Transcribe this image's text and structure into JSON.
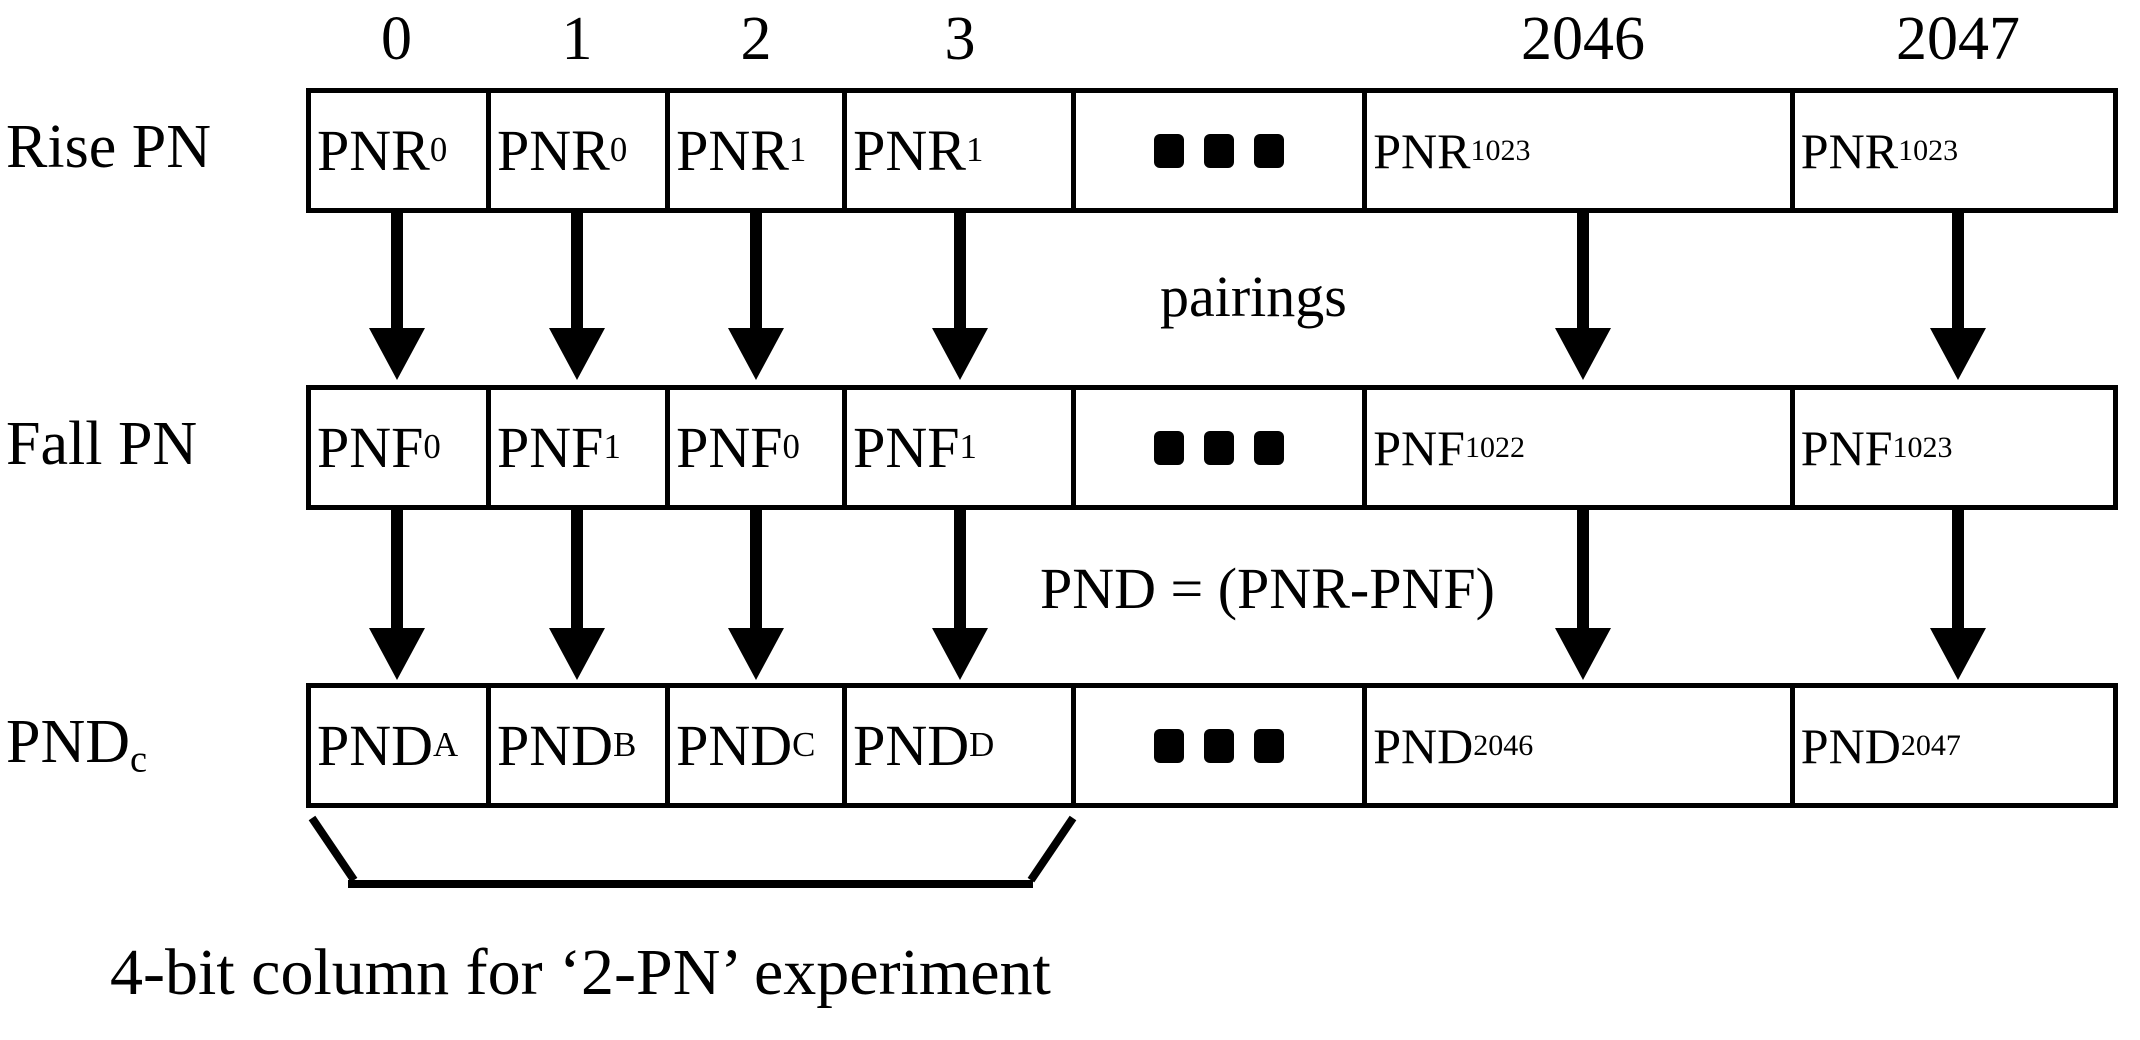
{
  "figure": {
    "title": "PN rise/fall pairing and difference table",
    "colors": {
      "ink": "#000000",
      "paper": "#ffffff"
    }
  },
  "column_headers": [
    "0",
    "1",
    "2",
    "3",
    "",
    "2046",
    "2047"
  ],
  "rows": [
    {
      "label": "Rise PN",
      "label_sub": "",
      "name": "rise-pn",
      "cells": [
        {
          "base": "PNR",
          "sub": "0"
        },
        {
          "base": "PNR",
          "sub": "0"
        },
        {
          "base": "PNR",
          "sub": "1"
        },
        {
          "base": "PNR",
          "sub": "1"
        },
        {
          "base": "",
          "sub": "",
          "dots": true
        },
        {
          "base": "PNR",
          "sub": "1023"
        },
        {
          "base": "PNR",
          "sub": "1023"
        }
      ]
    },
    {
      "label": "Fall PN",
      "label_sub": "",
      "name": "fall-pn",
      "cells": [
        {
          "base": "PNF",
          "sub": "0"
        },
        {
          "base": "PNF",
          "sub": "1"
        },
        {
          "base": "PNF",
          "sub": "0"
        },
        {
          "base": "PNF",
          "sub": "1"
        },
        {
          "base": "",
          "sub": "",
          "dots": true
        },
        {
          "base": "PNF",
          "sub": "1022"
        },
        {
          "base": "PNF",
          "sub": "1023"
        }
      ]
    },
    {
      "label": "PND",
      "label_sub": "c",
      "name": "pnd-c",
      "cells": [
        {
          "base": "PND",
          "sub": "A"
        },
        {
          "base": "PND",
          "sub": "B"
        },
        {
          "base": "PND",
          "sub": "C"
        },
        {
          "base": "PND",
          "sub": "D"
        },
        {
          "base": "",
          "sub": "",
          "dots": true
        },
        {
          "base": "PND",
          "sub": "2046"
        },
        {
          "base": "PND",
          "sub": "2047"
        }
      ]
    }
  ],
  "annotations": {
    "pairings": "pairings",
    "pnd_formula": "PND = (PNR-PNF)"
  },
  "caption": "4-bit column for ‘2-PN’ experiment",
  "arrow_groups": [
    {
      "name": "pairings-arrows",
      "count": 6
    },
    {
      "name": "difference-arrows",
      "count": 6
    }
  ],
  "dots_count": 3
}
